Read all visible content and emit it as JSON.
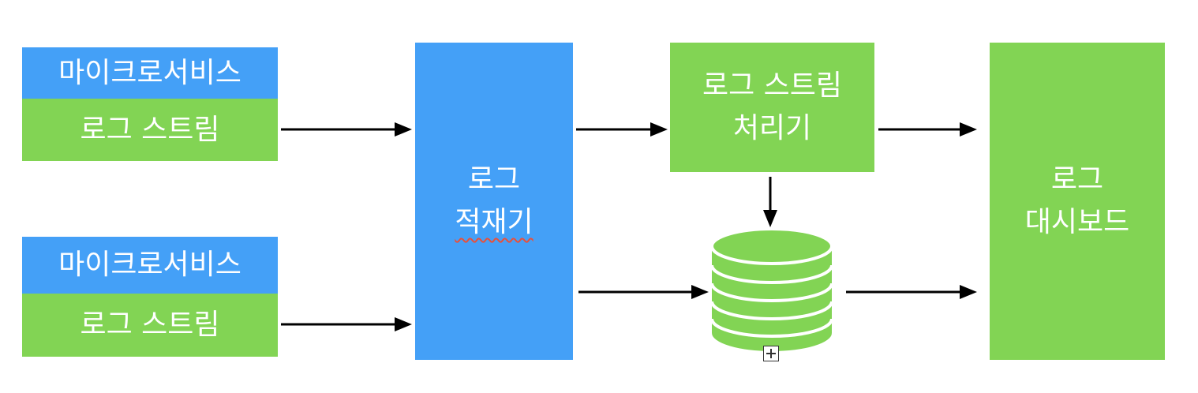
{
  "sources": [
    {
      "service_label": "마이크로서비스",
      "stream_label": "로그 스트림"
    },
    {
      "service_label": "마이크로서비스",
      "stream_label": "로그 스트림"
    }
  ],
  "aggregator": {
    "line1": "로그",
    "line2": "적재기"
  },
  "processor": {
    "line1": "로그 스트림",
    "line2": "처리기"
  },
  "dashboard": {
    "line1": "로그",
    "line2": "대시보드"
  },
  "storage": {
    "icon": "database-icon",
    "expand_icon": "expand-plus-icon"
  },
  "colors": {
    "blue": "#44a0f7",
    "green": "#82d454",
    "arrow": "#000000"
  }
}
